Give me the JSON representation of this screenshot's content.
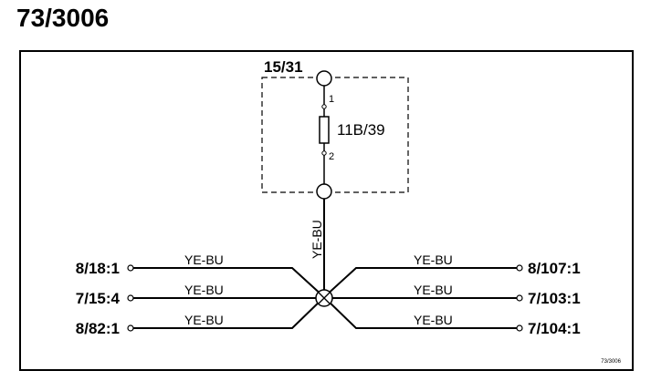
{
  "title": "73/3006",
  "top_connector": "15/31",
  "component": {
    "name": "11B/39",
    "pin_top": "1",
    "pin_bottom": "2"
  },
  "trunk_wire_color": "YE-BU",
  "left_connectors": [
    {
      "label": "8/18:1",
      "wire_color": "YE-BU"
    },
    {
      "label": "7/15:4",
      "wire_color": "YE-BU"
    },
    {
      "label": "8/82:1",
      "wire_color": "YE-BU"
    }
  ],
  "right_connectors": [
    {
      "label": "8/107:1",
      "wire_color": "YE-BU"
    },
    {
      "label": "7/103:1",
      "wire_color": "YE-BU"
    },
    {
      "label": "7/104:1",
      "wire_color": "YE-BU"
    }
  ],
  "footer_ref": "73/3006"
}
